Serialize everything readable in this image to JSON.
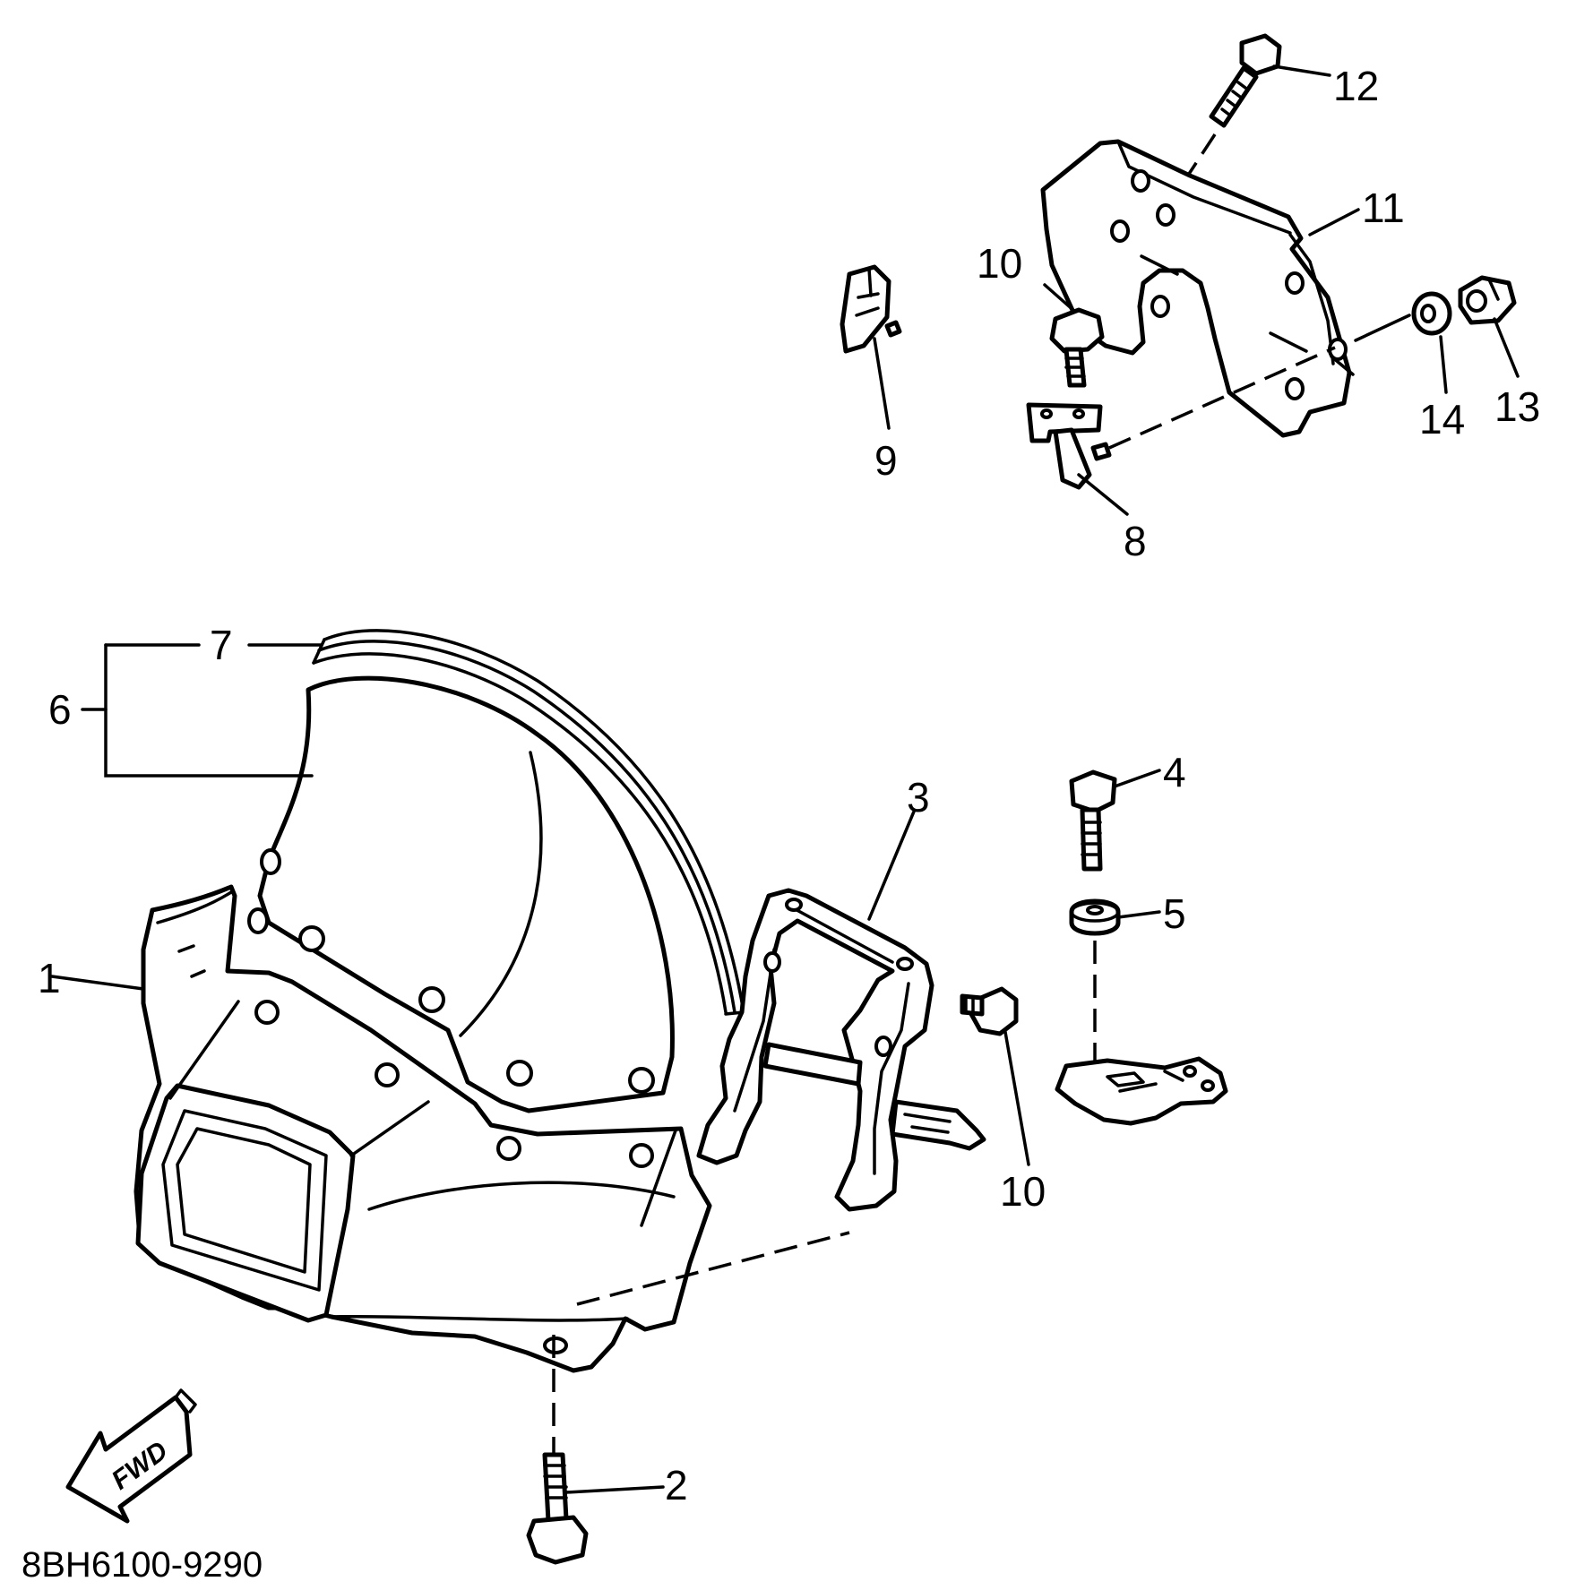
{
  "diagram": {
    "drawing_code": "8BH6100-9290",
    "direction_label": "FWD",
    "callouts": [
      {
        "id": "c1",
        "label": "1"
      },
      {
        "id": "c2",
        "label": "2"
      },
      {
        "id": "c3",
        "label": "3"
      },
      {
        "id": "c4",
        "label": "4"
      },
      {
        "id": "c5",
        "label": "5"
      },
      {
        "id": "c6",
        "label": "6"
      },
      {
        "id": "c7",
        "label": "7"
      },
      {
        "id": "c8",
        "label": "8"
      },
      {
        "id": "c9",
        "label": "9"
      },
      {
        "id": "c10a",
        "label": "10"
      },
      {
        "id": "c10b",
        "label": "10"
      },
      {
        "id": "c11",
        "label": "11"
      },
      {
        "id": "c12",
        "label": "12"
      },
      {
        "id": "c13",
        "label": "13"
      },
      {
        "id": "c14",
        "label": "14"
      }
    ],
    "colors": {
      "ink": "#000000",
      "paper": "#ffffff"
    }
  }
}
